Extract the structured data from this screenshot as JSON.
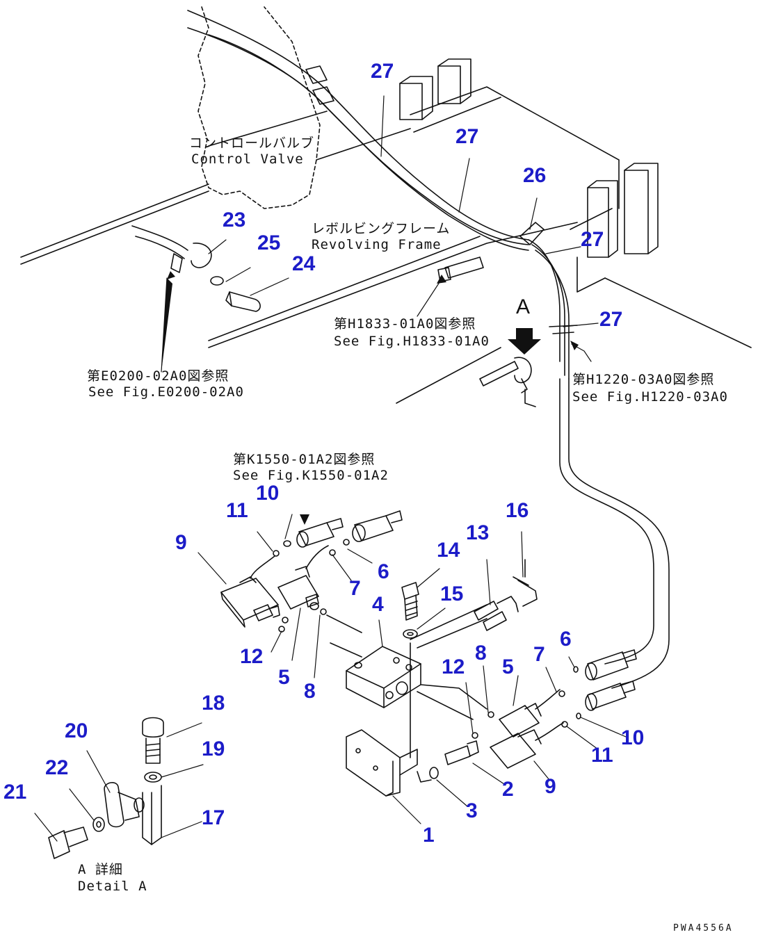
{
  "part_numbers": {
    "p1": "1",
    "p2": "2",
    "p3": "3",
    "p4": "4",
    "p5a": "5",
    "p5b": "5",
    "p6a": "6",
    "p6b": "6",
    "p7a": "7",
    "p7b": "7",
    "p8a": "8",
    "p8b": "8",
    "p9a": "9",
    "p9b": "9",
    "p10a": "10",
    "p10b": "10",
    "p11a": "11",
    "p11b": "11",
    "p12a": "12",
    "p12b": "12",
    "p13": "13",
    "p14": "14",
    "p15": "15",
    "p16": "16",
    "p17": "17",
    "p18": "18",
    "p19": "19",
    "p20": "20",
    "p21": "21",
    "p22": "22",
    "p23": "23",
    "p24": "24",
    "p25": "25",
    "p26": "26",
    "p27a": "27",
    "p27b": "27",
    "p27c": "27",
    "p27d": "27"
  },
  "annotations": {
    "control_valve_jp": "コントロールバルブ",
    "control_valve_en": "Control Valve",
    "revolving_frame_jp": "レボルビングフレーム",
    "revolving_frame_en": "Revolving Frame",
    "fig_e0200_jp": "第E0200-02A0図参照",
    "fig_e0200_en": "See Fig.E0200-02A0",
    "fig_h1833_jp": "第H1833-01A0図参照",
    "fig_h1833_en": "See Fig.H1833-01A0",
    "fig_h1220_jp": "第H1220-03A0図参照",
    "fig_h1220_en": "See Fig.H1220-03A0",
    "fig_k1550_jp": "第K1550-01A2図参照",
    "fig_k1550_en": "See Fig.K1550-01A2",
    "detail_jp": "A 詳細",
    "detail_en": "Detail A",
    "view_label": "A"
  },
  "drawing_code": "PWA4556A"
}
